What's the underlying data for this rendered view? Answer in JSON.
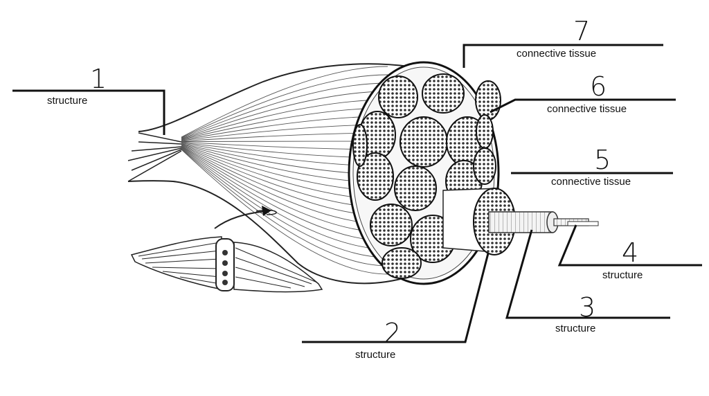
{
  "labels": [
    {
      "number": "1",
      "text": "structure"
    },
    {
      "number": "2",
      "text": "structure"
    },
    {
      "number": "3",
      "text": "structure"
    },
    {
      "number": "4",
      "text": "structure"
    },
    {
      "number": "5",
      "text": "connective tissue"
    },
    {
      "number": "6",
      "text": "connective tissue"
    },
    {
      "number": "7",
      "text": "connective tissue"
    }
  ]
}
